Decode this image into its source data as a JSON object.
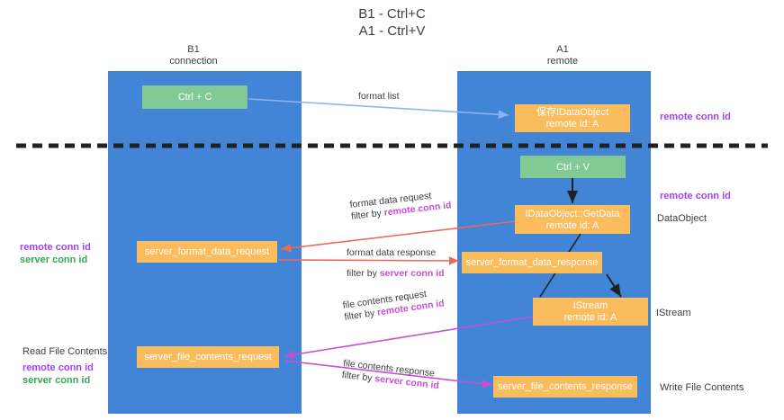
{
  "title": {
    "line1": "B1 - Ctrl+C",
    "line2": "A1 - Ctrl+V"
  },
  "columns": {
    "left": {
      "name": "B1",
      "role": "connection"
    },
    "right": {
      "name": "A1",
      "role": "remote"
    }
  },
  "colors": {
    "lane": "#4285d6",
    "green_box": "#81c995",
    "orange_box": "#fbbc5e",
    "purple": "#a142f4",
    "green_text": "#34a853",
    "magenta": "#c74fd6",
    "red_arrow": "#ea6a5e",
    "blue_arrow": "#8ab4f8",
    "black": "#202124",
    "divider": "#202124"
  },
  "nodes": {
    "ctrl_c": {
      "l1": "Ctrl + C",
      "l2": ""
    },
    "idataobject_remote": {
      "l1": "保存IDataObject",
      "l2": "remote id: A"
    },
    "ctrl_v": {
      "l1": "Ctrl + V",
      "l2": ""
    },
    "idataobject_getdata": {
      "l1": "IDataObject::GetData",
      "l2": "remote id: A"
    },
    "server_format_data_request": {
      "l1": "server_format_data_request",
      "l2": ""
    },
    "server_format_data_response": {
      "l1": "server_format_data_response",
      "l2": ""
    },
    "istream": {
      "l1": "IStream",
      "l2": "remote id: A"
    },
    "server_file_contents_request": {
      "l1": "server_file_contents_request",
      "l2": ""
    },
    "server_file_contents_response": {
      "l1": "server_file_contents_response",
      "l2": ""
    }
  },
  "edge_labels": {
    "format_list": {
      "text": "format list"
    },
    "format_data_request": {
      "text": "format data request",
      "filter_prefix": "filter by ",
      "filter_key": "remote conn id"
    },
    "format_data_response": {
      "text": "format data response",
      "filter_prefix": "filter by ",
      "filter_key": "server conn id"
    },
    "file_contents_request": {
      "text": "file contents request",
      "filter_prefix": "filter by ",
      "filter_key": "remote conn id"
    },
    "file_contents_response": {
      "text": "file contents response",
      "filter_prefix": "filter by ",
      "filter_key": "server conn id"
    }
  },
  "annotations": {
    "right_top_conn": "remote conn id",
    "right_mid_conn": "remote conn id",
    "right_dataobject": "DataObject",
    "right_istream": "IStream",
    "right_write_file": "Write File Contents",
    "left_mid_remote": "remote conn id",
    "left_mid_server": "server conn id",
    "left_read_file": "Read File Contents",
    "left_low_remote": "remote conn id",
    "left_low_server": "server conn id"
  }
}
